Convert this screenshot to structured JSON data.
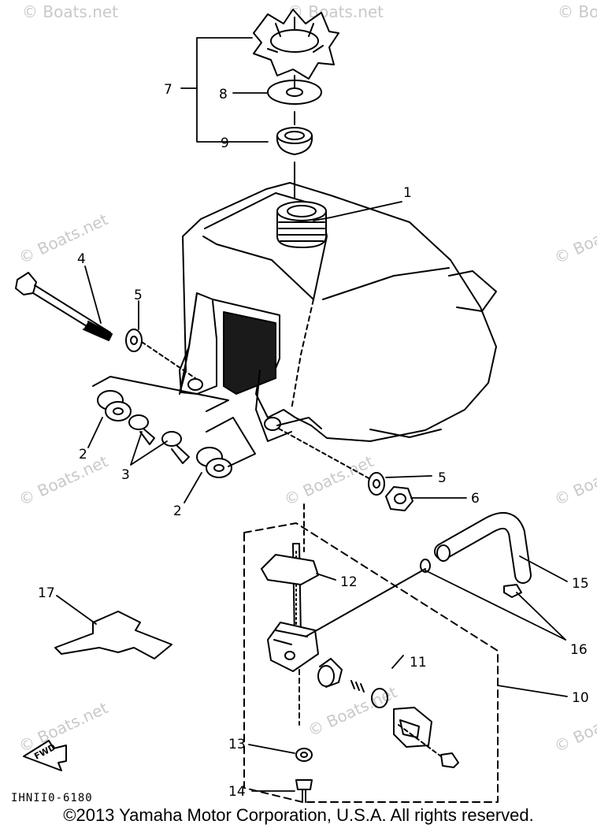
{
  "diagram": {
    "callouts": [
      "7",
      "8",
      "9",
      "1",
      "4",
      "5",
      "2",
      "3",
      "2",
      "5",
      "6",
      "12",
      "15",
      "17",
      "16",
      "11",
      "10",
      "13",
      "14"
    ],
    "part_code": "IHNII0-6180",
    "fwd_label": "FWD",
    "watermark": "© Boats.net",
    "copyright": "©2013 Yamaha Motor Corporation, U.S.A. All rights reserved."
  }
}
